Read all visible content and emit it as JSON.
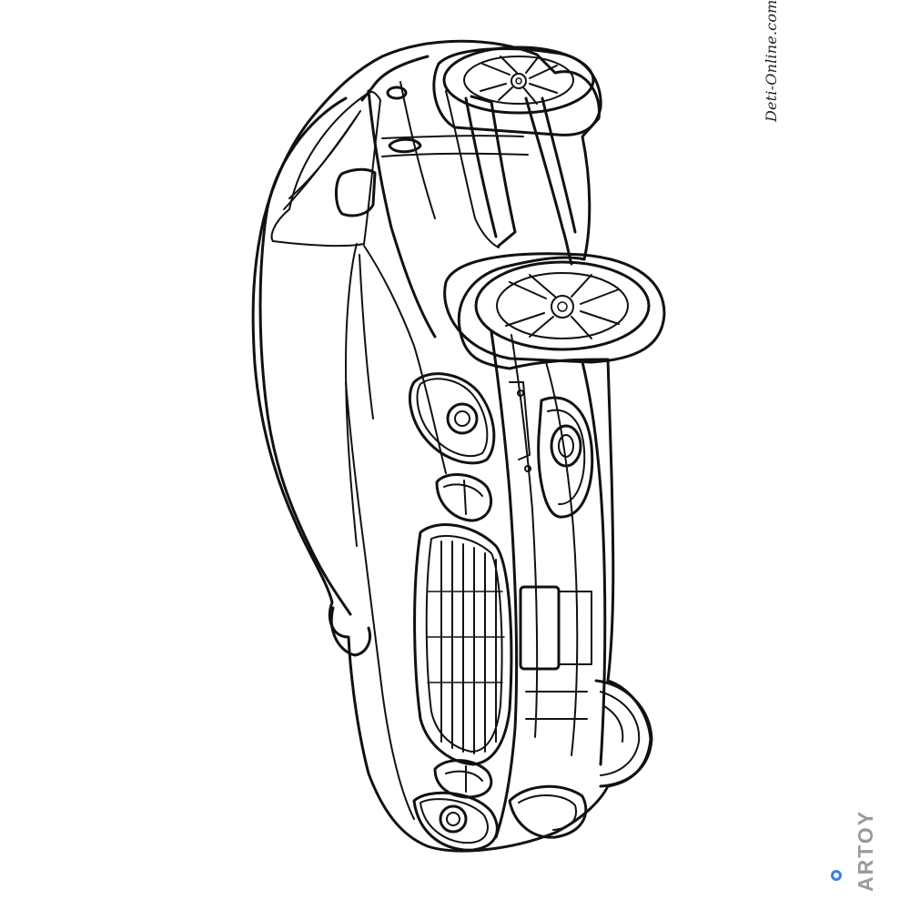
{
  "illustration": {
    "subject": "sports-car-coloring-page",
    "ink_color": "#111111",
    "paper_color": "#ffffff"
  },
  "watermarks": {
    "top_right": "Deti-Online.com",
    "bottom_right": "ARTOY"
  },
  "colors": {
    "watermark_gray": "#9a9a9a",
    "watermark_accent": "#3d7fe0"
  }
}
